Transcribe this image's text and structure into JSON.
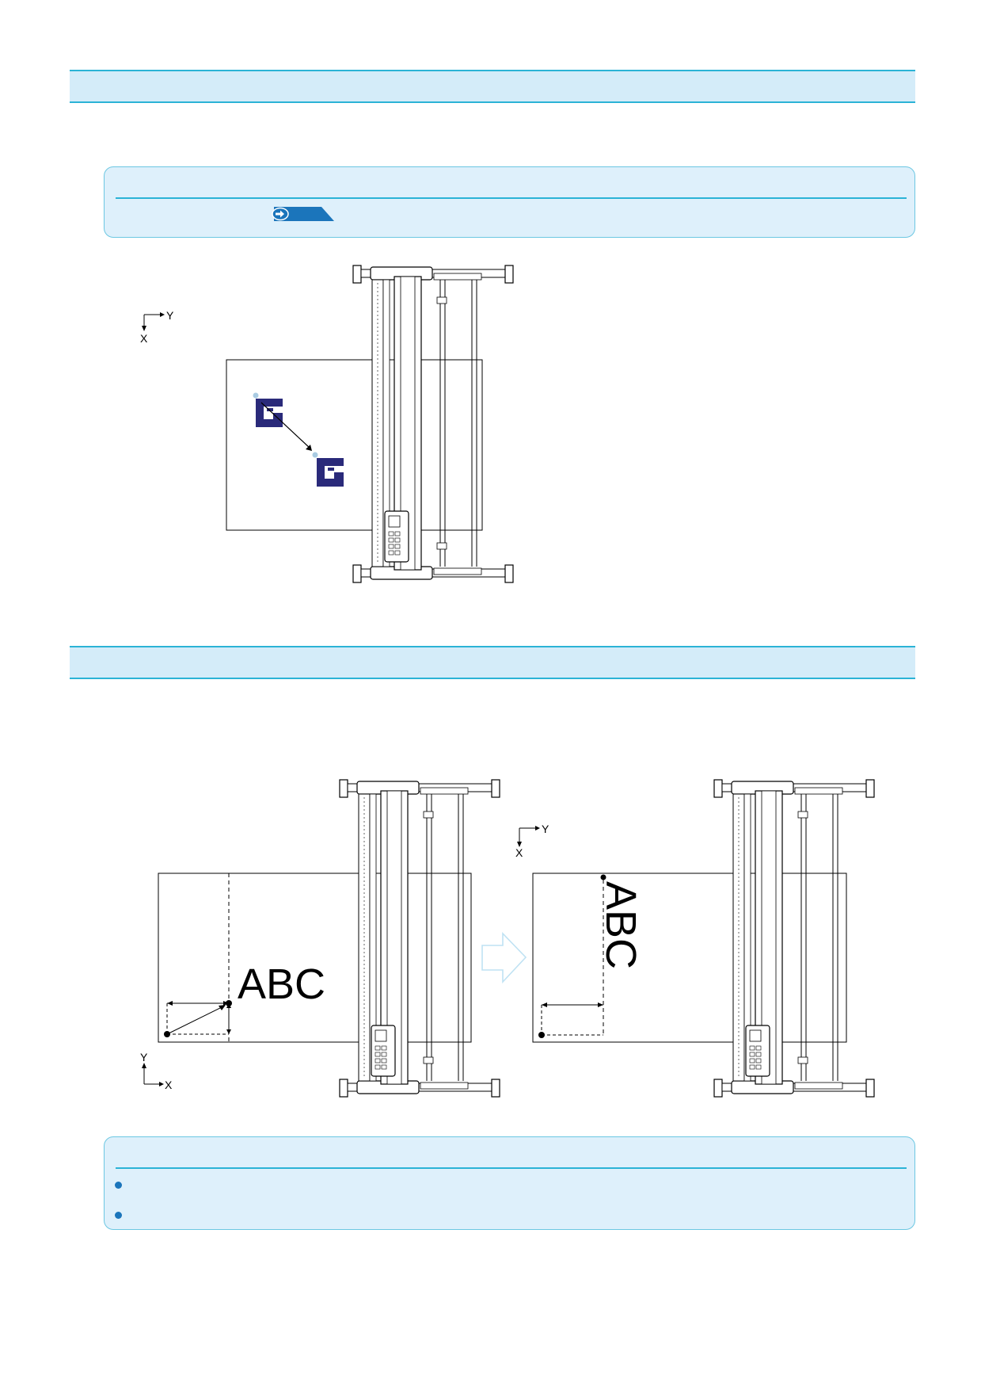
{
  "figure1": {
    "axis_x": "X",
    "axis_y": "Y"
  },
  "figure2": {
    "left": {
      "axis_x": "X",
      "axis_y": "Y",
      "text": "ABC"
    },
    "right": {
      "axis_x": "X",
      "axis_y": "Y",
      "text": "ABC"
    }
  },
  "colors": {
    "accent": "#2bb3d6",
    "bar_fill": "#d4ecf9",
    "note_fill": "#def0fb",
    "mark_navy": "#2a2a7a",
    "bullet": "#1b75bb"
  },
  "icons": [
    "reference-arrow-icon",
    "registration-mark-icon",
    "bullet-icon",
    "transition-arrow-icon"
  ]
}
